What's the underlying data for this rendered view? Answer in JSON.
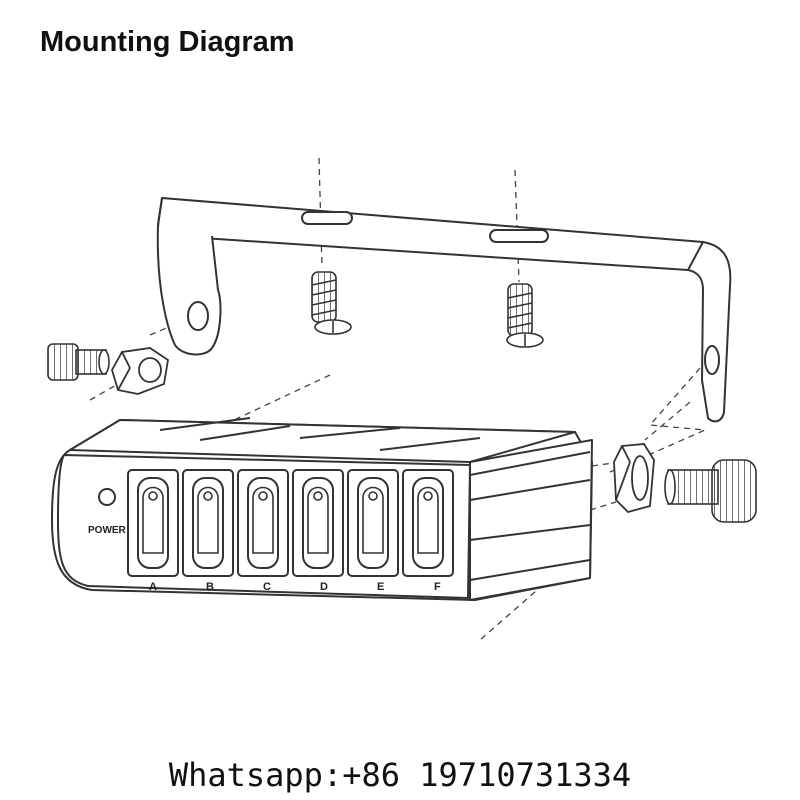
{
  "title": "Mounting Diagram",
  "contact": "Whatsapp:+86 19710731334",
  "panel": {
    "power_label": "POWER",
    "switch_labels": [
      "A",
      "B",
      "C",
      "D",
      "E",
      "F"
    ]
  },
  "colors": {
    "line": "#333333",
    "guide": "#444444",
    "fill": "#ffffff",
    "background": "#ffffff"
  },
  "icons": [
    "bracket",
    "screw",
    "nut",
    "knob-bolt",
    "rocker-switch",
    "power-led"
  ]
}
